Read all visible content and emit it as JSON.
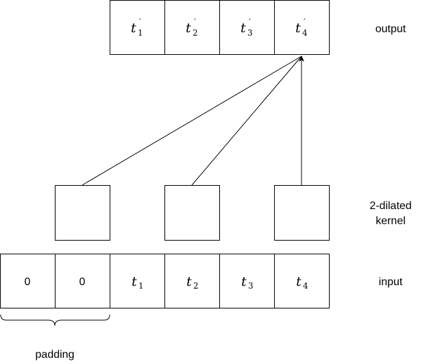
{
  "output_row": {
    "label": "output",
    "cells": [
      {
        "base": "t",
        "prime": "′",
        "sub": "1"
      },
      {
        "base": "t",
        "prime": "′",
        "sub": "2"
      },
      {
        "base": "t",
        "prime": "′",
        "sub": "3"
      },
      {
        "base": "t",
        "prime": "′",
        "sub": "4"
      }
    ]
  },
  "kernel_row": {
    "label_line1": "2-dilated",
    "label_line2": "kernel",
    "cell_count": 3
  },
  "input_row": {
    "label": "input",
    "padding_cells": [
      "0",
      "0"
    ],
    "cells": [
      {
        "base": "t",
        "sub": "1"
      },
      {
        "base": "t",
        "sub": "2"
      },
      {
        "base": "t",
        "sub": "3"
      },
      {
        "base": "t",
        "sub": "4"
      }
    ]
  },
  "padding_label": "padding"
}
